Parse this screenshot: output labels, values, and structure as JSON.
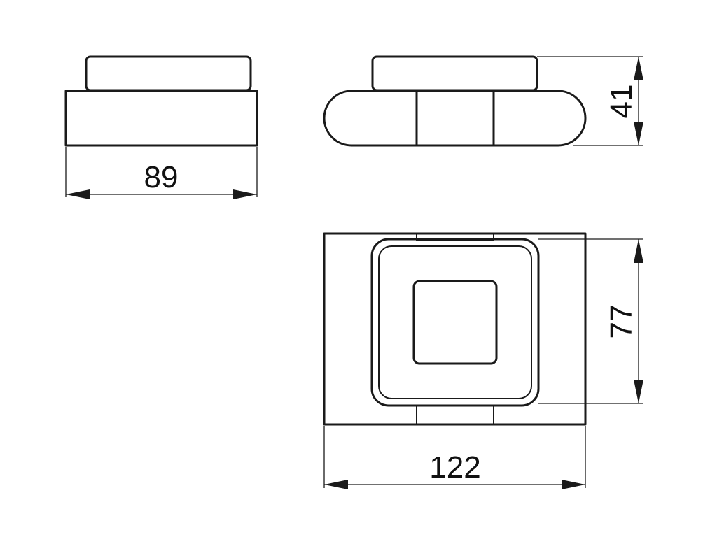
{
  "dimensions": {
    "front_width": "89",
    "height": "41",
    "top_length": "122",
    "top_depth": "77"
  },
  "colors": {
    "line": "#1a1a1a",
    "background": "#ffffff"
  }
}
